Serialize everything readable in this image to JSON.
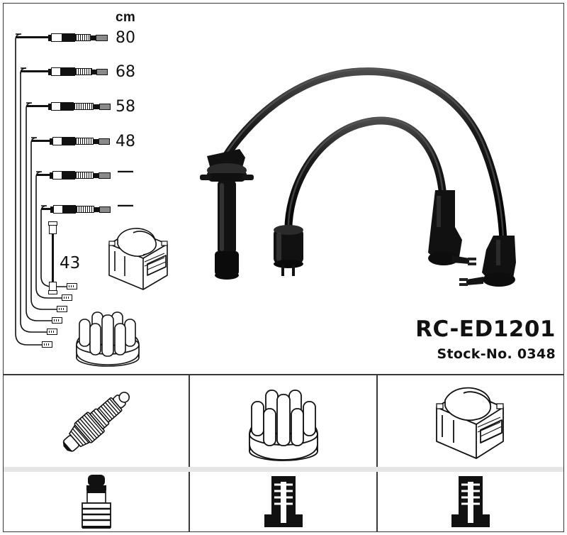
{
  "sheet": {
    "background": "#ffffff",
    "line_color": "#111111",
    "frame_color": "#3a3a3a"
  },
  "legend": {
    "unit_header": "cm",
    "rows": [
      {
        "length": "80",
        "cable_name": "ignition-cable-80cm"
      },
      {
        "length": "68",
        "cable_name": "ignition-cable-68cm"
      },
      {
        "length": "58",
        "cable_name": "ignition-cable-58cm"
      },
      {
        "length": "48",
        "cable_name": "ignition-cable-48cm"
      },
      {
        "length": "—",
        "cable_name": "ignition-cable-unmarked-1"
      },
      {
        "length": "—",
        "cable_name": "ignition-cable-unmarked-2"
      }
    ],
    "short_cable_length": "43"
  },
  "product": {
    "name": "RC-ED1201",
    "stock_label": "Stock-No. 0348"
  },
  "main_image": {
    "caption": "ignition-cable-set-photo",
    "parts": [
      "spark-plug-boot-straight",
      "coil-connector-straight",
      "angled-connector-left",
      "angled-connector-right"
    ]
  },
  "inset_parts": [
    {
      "name": "ignition-coil",
      "position": "main-panel-upper"
    },
    {
      "name": "distributor-cap",
      "position": "main-panel-lower"
    }
  ],
  "bottom_panels": [
    {
      "id": "panel-spark-plug",
      "top_icon": "spark-plug-icon",
      "bottom_icon": "spark-plug-boot-icon"
    },
    {
      "id": "panel-distributor-cap",
      "top_icon": "distributor-cap-icon",
      "bottom_icon": "distributor-terminal-icon"
    },
    {
      "id": "panel-ignition-coil",
      "top_icon": "ignition-coil-icon",
      "bottom_icon": "coil-terminal-icon"
    }
  ]
}
